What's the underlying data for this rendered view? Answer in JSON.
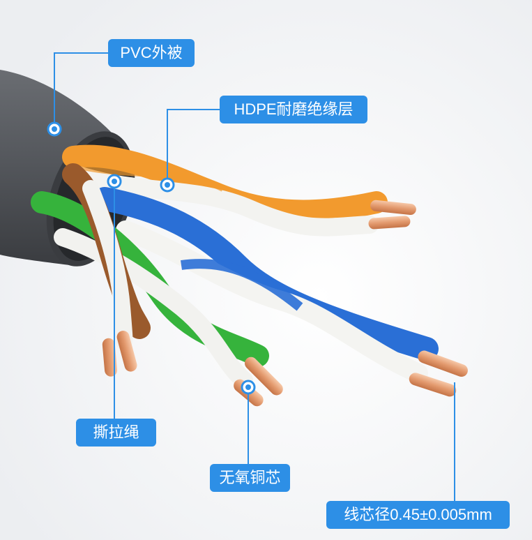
{
  "labels": {
    "pvc_jacket": "PVC外被",
    "hdpe_insulation": "HDPE耐磨绝缘层",
    "rip_cord": "撕拉绳",
    "copper_core": "无氧铜芯",
    "core_diameter": "线芯径0.45±0.005mm"
  },
  "colors": {
    "label_bg": "#2d8fe6",
    "label_text": "#ffffff",
    "jacket": "#4a4d52",
    "orange": "#f29a2e",
    "blue": "#2a6fd6",
    "green": "#36b33c",
    "brown": "#9a5a2c",
    "copper": "#e8a07a"
  }
}
